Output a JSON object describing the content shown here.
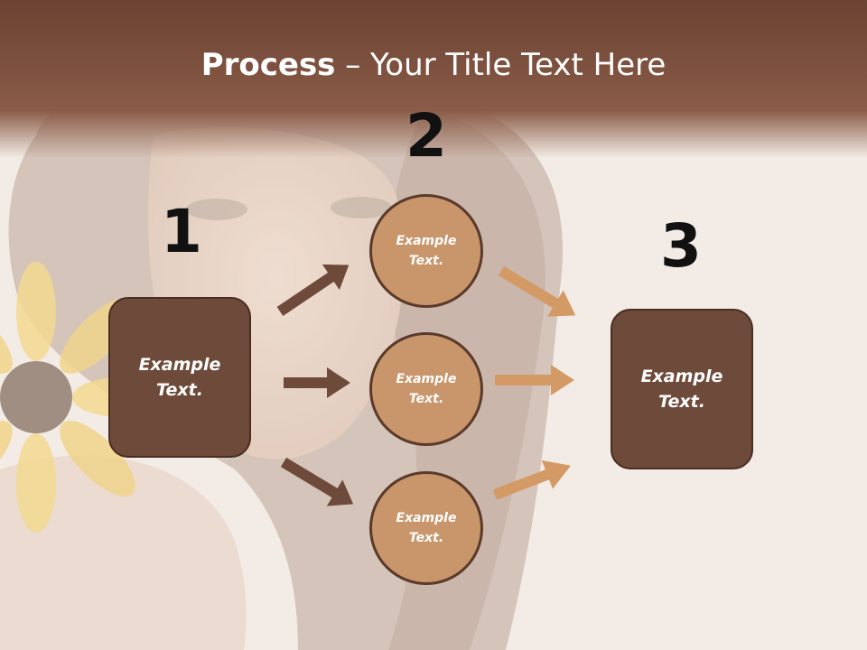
{
  "title": {
    "bold": "Process",
    "rest": " – Your Title Text Here"
  },
  "steps": [
    {
      "number": "1",
      "text": "Example Text."
    },
    {
      "number": "2",
      "items": [
        {
          "text": "Example Text."
        },
        {
          "text": "Example Text."
        },
        {
          "text": "Example Text."
        }
      ]
    },
    {
      "number": "3",
      "text": "Example Text."
    }
  ],
  "colors": {
    "title_bar": "#7f5240",
    "box_fill": "#6e4a3a",
    "circle_fill": "#c8966a",
    "arrow_dark": "#6e4a3a",
    "arrow_light": "#d39a66"
  }
}
